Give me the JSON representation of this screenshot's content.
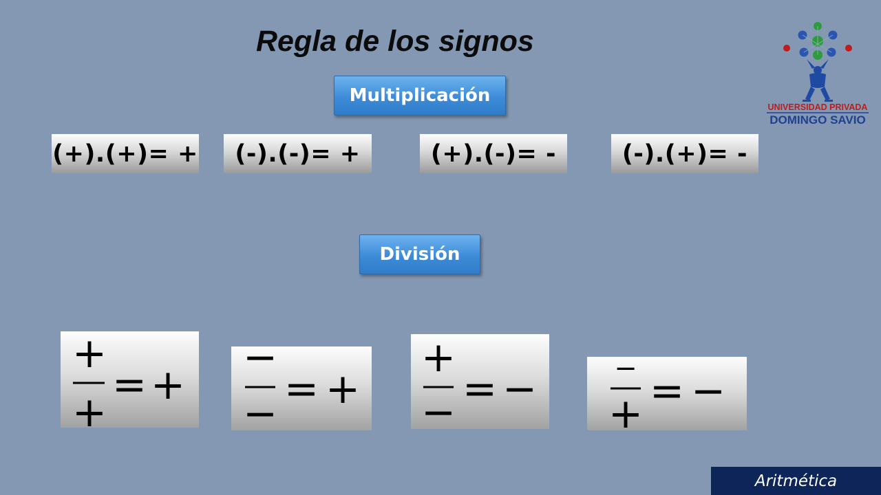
{
  "slide": {
    "title": "Regla de los signos",
    "multiplication_label": "Multiplicación",
    "division_label": "División",
    "footer_label": "Aritmética"
  },
  "multiplication_rules": [
    "(+).(+)= +",
    "(-).(-)= +",
    "(+).(-)= -",
    "(-).(+)= -"
  ],
  "division_rules": [
    {
      "numerator": "+",
      "denominator": "+",
      "result": "+"
    },
    {
      "numerator": "−",
      "denominator": "−",
      "result": "+"
    },
    {
      "numerator": "+",
      "denominator": "−",
      "result": "−"
    },
    {
      "numerator": "−",
      "denominator": "+",
      "result": "−"
    }
  ],
  "equals_sign": "=",
  "logo": {
    "line1": "UNIVERSIDAD PRIVADA",
    "line2": "DOMINGO SAVIO",
    "icon": "atlas-molecule-icon",
    "colors": {
      "red": "#c21b1b",
      "blue": "#1f3f93",
      "green": "#2e9a3e"
    }
  },
  "colors": {
    "background": "#8498b3",
    "pill_blue": "#3e8bd8",
    "footer_navy": "#0d2558"
  }
}
